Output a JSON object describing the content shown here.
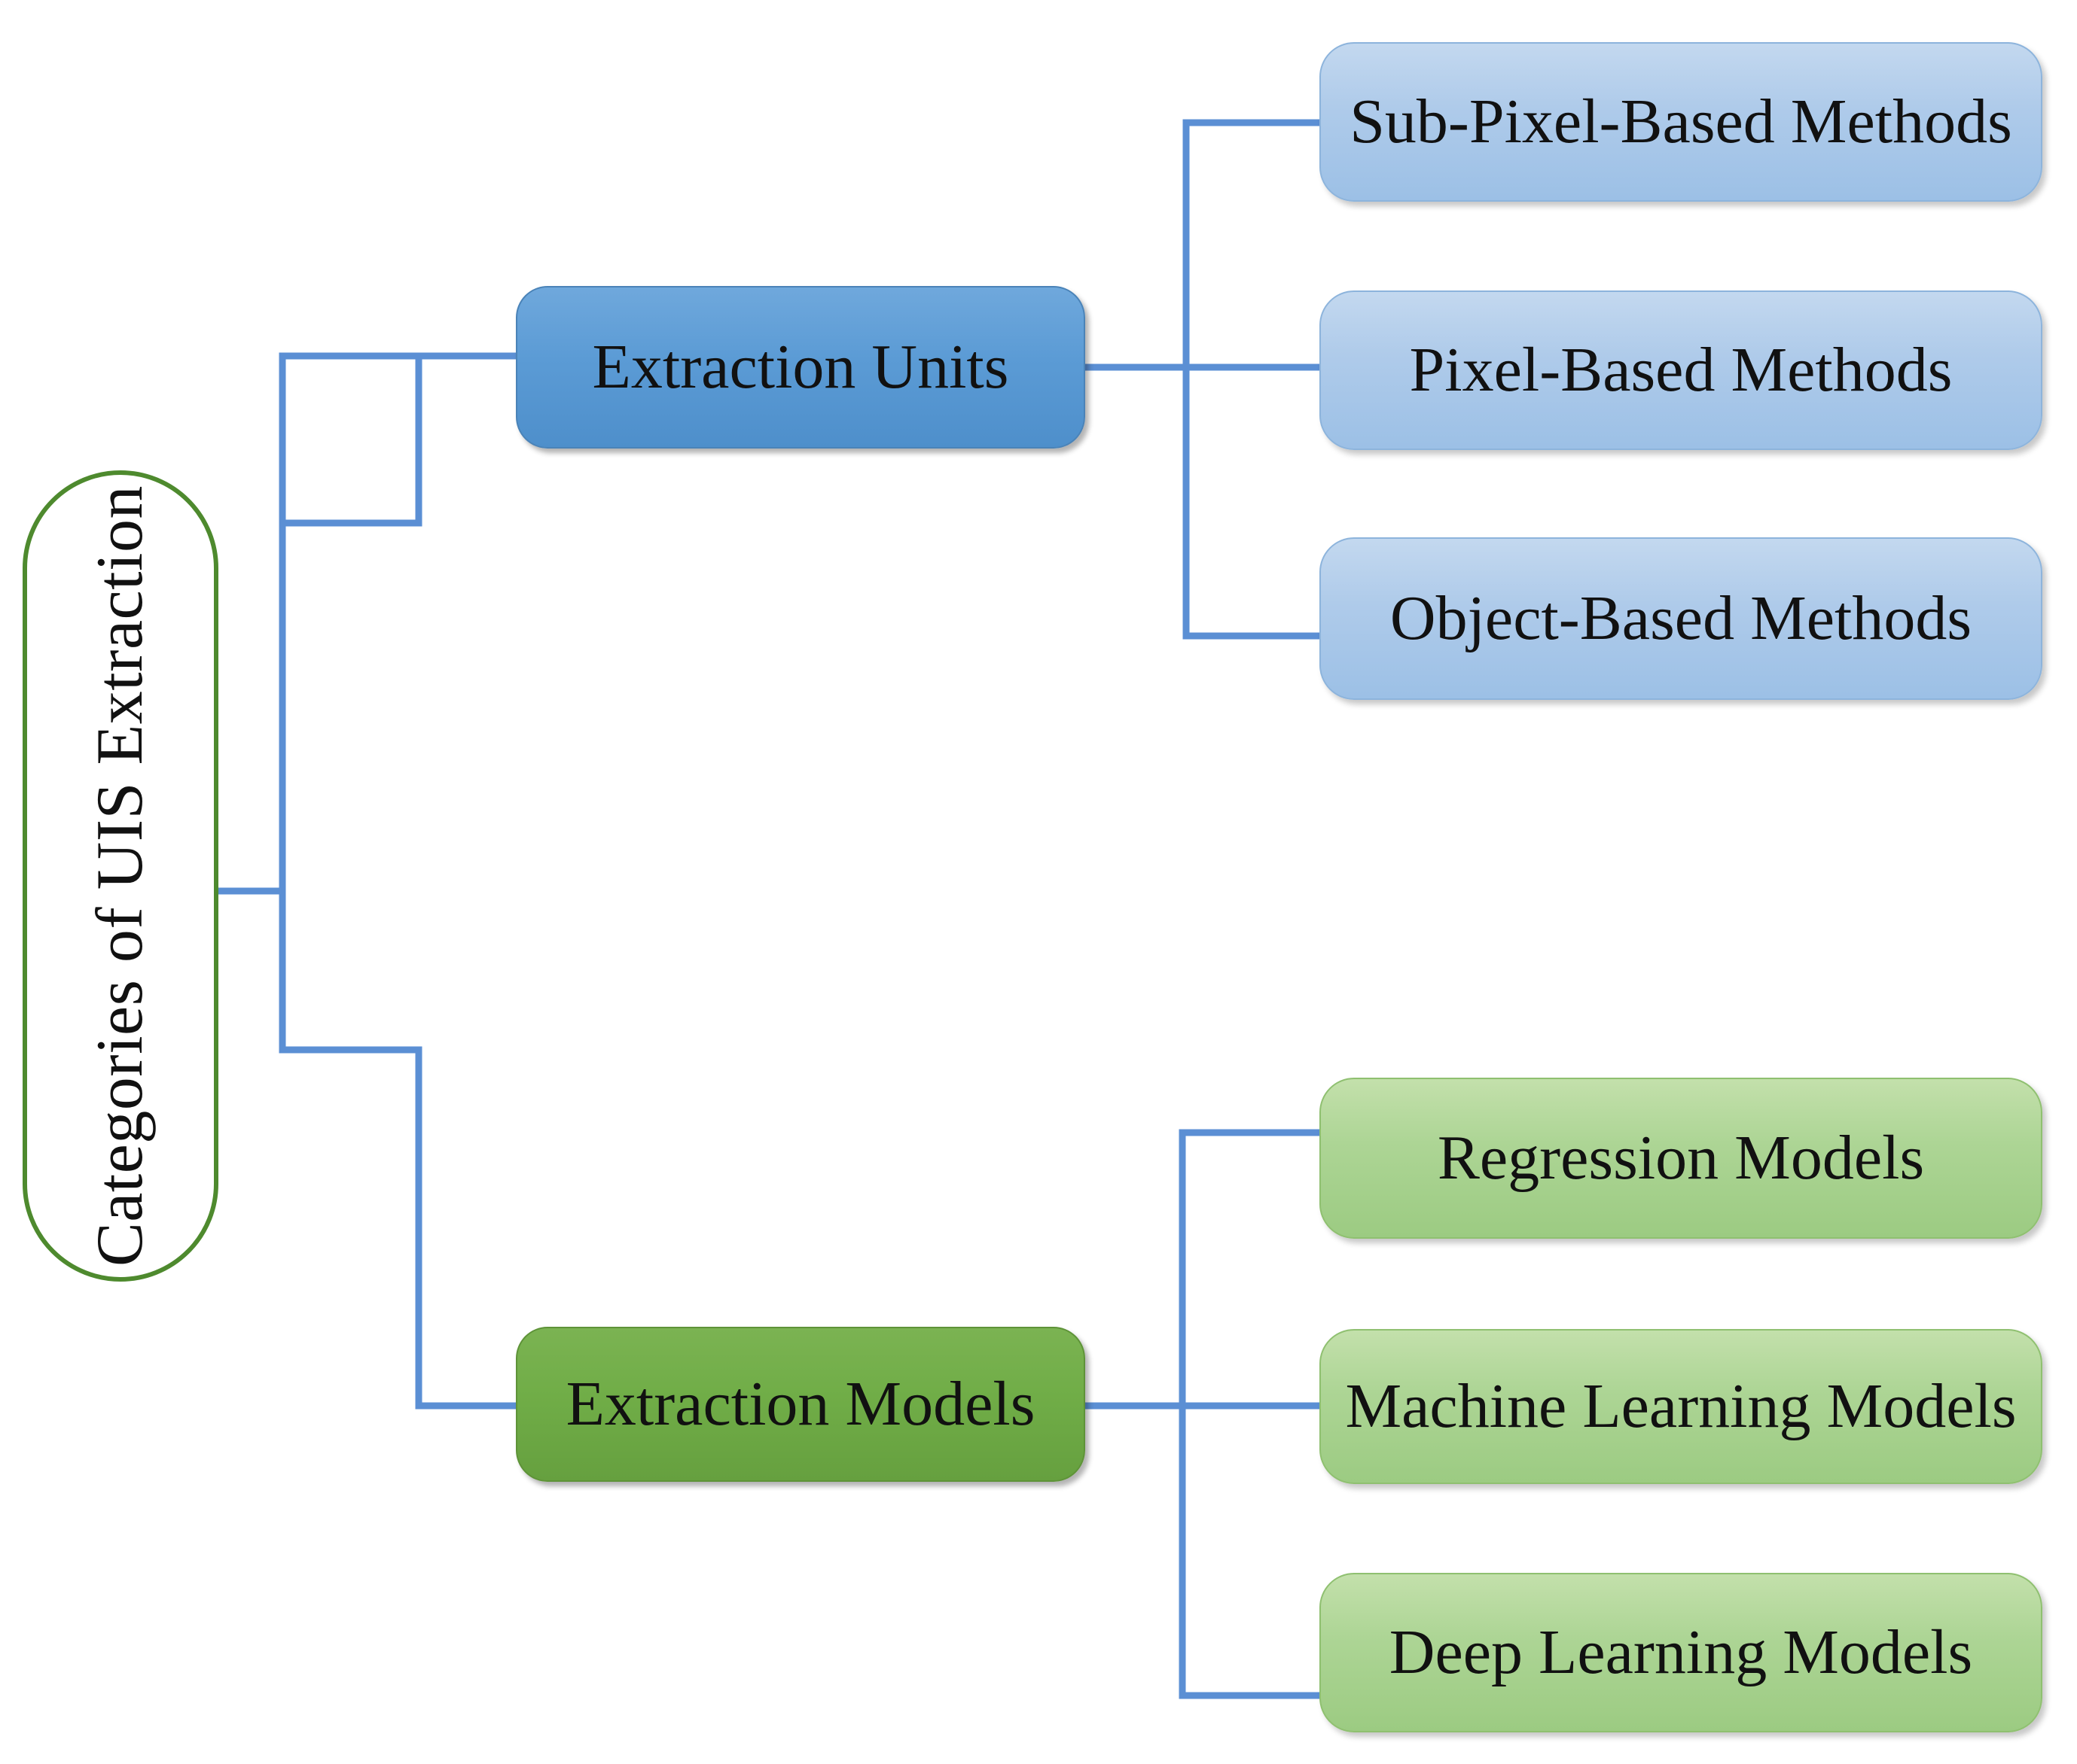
{
  "diagram": {
    "title": "Categories of UIS Extraction",
    "type": "hierarchy-tree",
    "orientation": "left-to-right",
    "colors": {
      "root_border": "#4E8A2E",
      "root_fill": "#FFFFFF",
      "branch_blue": "#5B9BD5",
      "branch_green": "#70AD47",
      "leaf_blue": "#A8C6E8",
      "leaf_green": "#A9D18E",
      "connector": "#5B8FD4",
      "text": "#111111"
    },
    "root": {
      "label": "Categories of UIS Extraction"
    },
    "branches": [
      {
        "label": "Extraction Units",
        "color": "#5B9BD5",
        "children": [
          {
            "label": "Sub-Pixel-Based Methods"
          },
          {
            "label": "Pixel-Based Methods"
          },
          {
            "label": "Object-Based Methods"
          }
        ]
      },
      {
        "label": "Extraction Models",
        "color": "#70AD47",
        "children": [
          {
            "label": "Regression Models"
          },
          {
            "label": "Machine Learning Models"
          },
          {
            "label": "Deep Learning Models"
          }
        ]
      }
    ]
  }
}
